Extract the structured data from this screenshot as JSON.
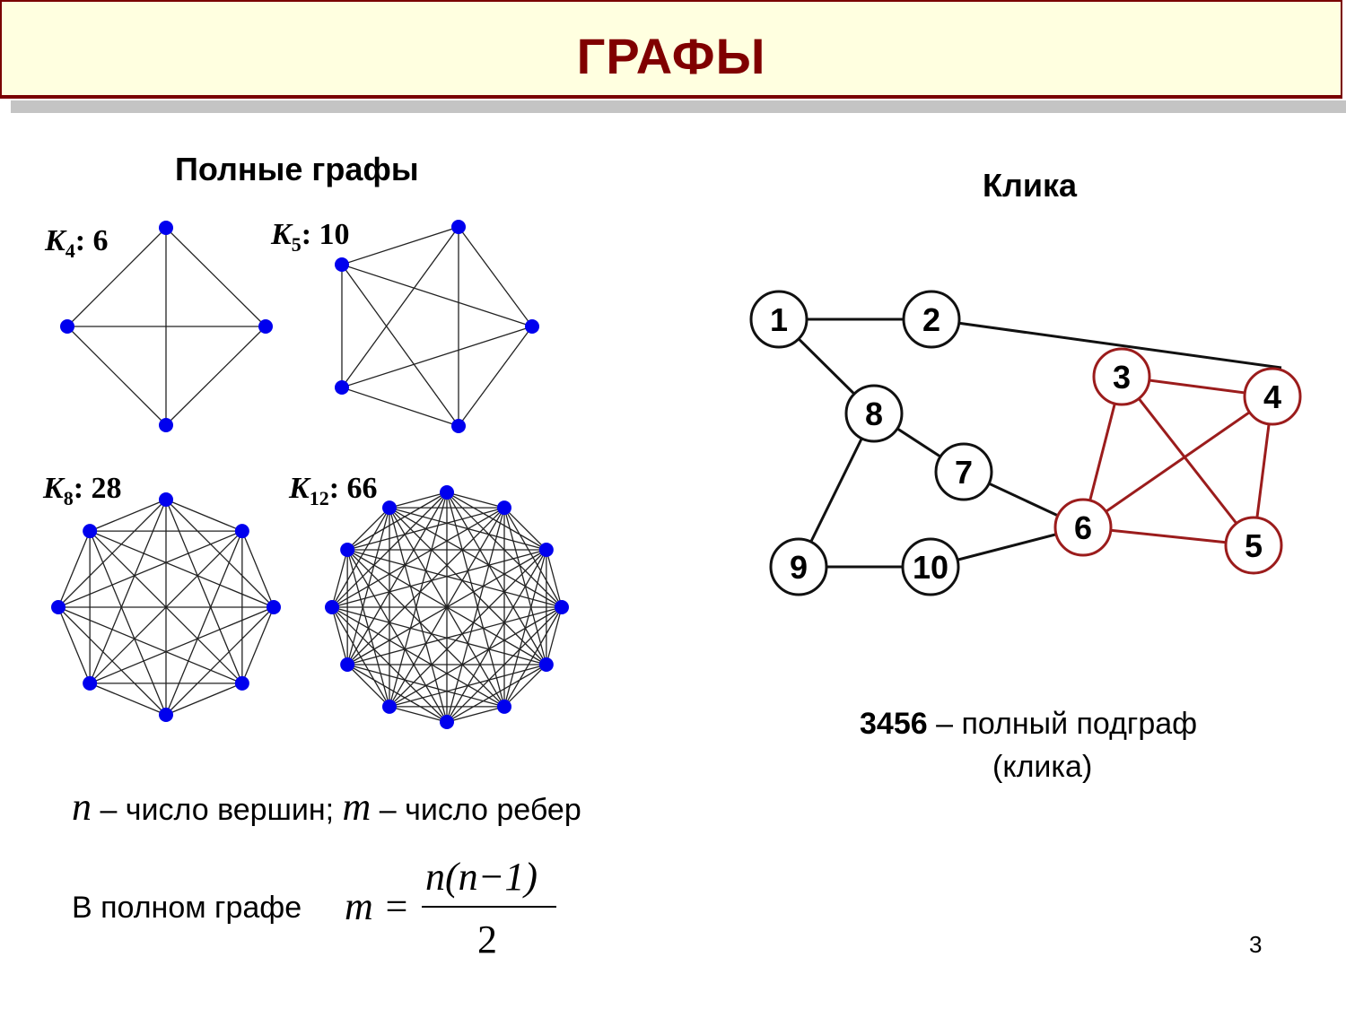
{
  "title": "ГРАФЫ",
  "complete_graphs": {
    "heading": "Полные графы",
    "graphs": [
      {
        "name": "K",
        "sub": "4",
        "sep": ": ",
        "count": "6",
        "n": 4
      },
      {
        "name": "K",
        "sub": "5",
        "sep": ": ",
        "count": "10",
        "n": 5
      },
      {
        "name": "K",
        "sub": "8",
        "sep": ": ",
        "count": "28",
        "n": 8
      },
      {
        "name": "K",
        "sub": "12",
        "sep": ": ",
        "count": "66",
        "n": 12
      }
    ],
    "node_color": "#0000ee"
  },
  "clique": {
    "heading": "Клика",
    "nodes": [
      "1",
      "2",
      "3",
      "4",
      "5",
      "6",
      "7",
      "8",
      "9",
      "10"
    ],
    "clique_nodes": [
      "3",
      "4",
      "5",
      "6"
    ],
    "edges": [
      [
        "1",
        "2"
      ],
      [
        "2",
        "4"
      ],
      [
        "1",
        "8"
      ],
      [
        "8",
        "7"
      ],
      [
        "8",
        "9"
      ],
      [
        "9",
        "10"
      ],
      [
        "10",
        "6"
      ],
      [
        "7",
        "6"
      ],
      [
        "3",
        "4"
      ],
      [
        "3",
        "6"
      ],
      [
        "3",
        "5"
      ],
      [
        "4",
        "6"
      ],
      [
        "4",
        "5"
      ],
      [
        "6",
        "5"
      ]
    ],
    "clique_color": "#9b1c1c",
    "caption_bold": "3456",
    "caption_rest": " – полный подграф",
    "caption_line2": "(клика)"
  },
  "legend": {
    "n_var": "n",
    "n_text": " – число вершин; ",
    "m_var": "m",
    "m_text": " – число ребер"
  },
  "formula": {
    "prefix": "В полном графе",
    "lhs": "m =",
    "numerator": "n(n−1)",
    "denominator": "2"
  },
  "page_number": "3"
}
